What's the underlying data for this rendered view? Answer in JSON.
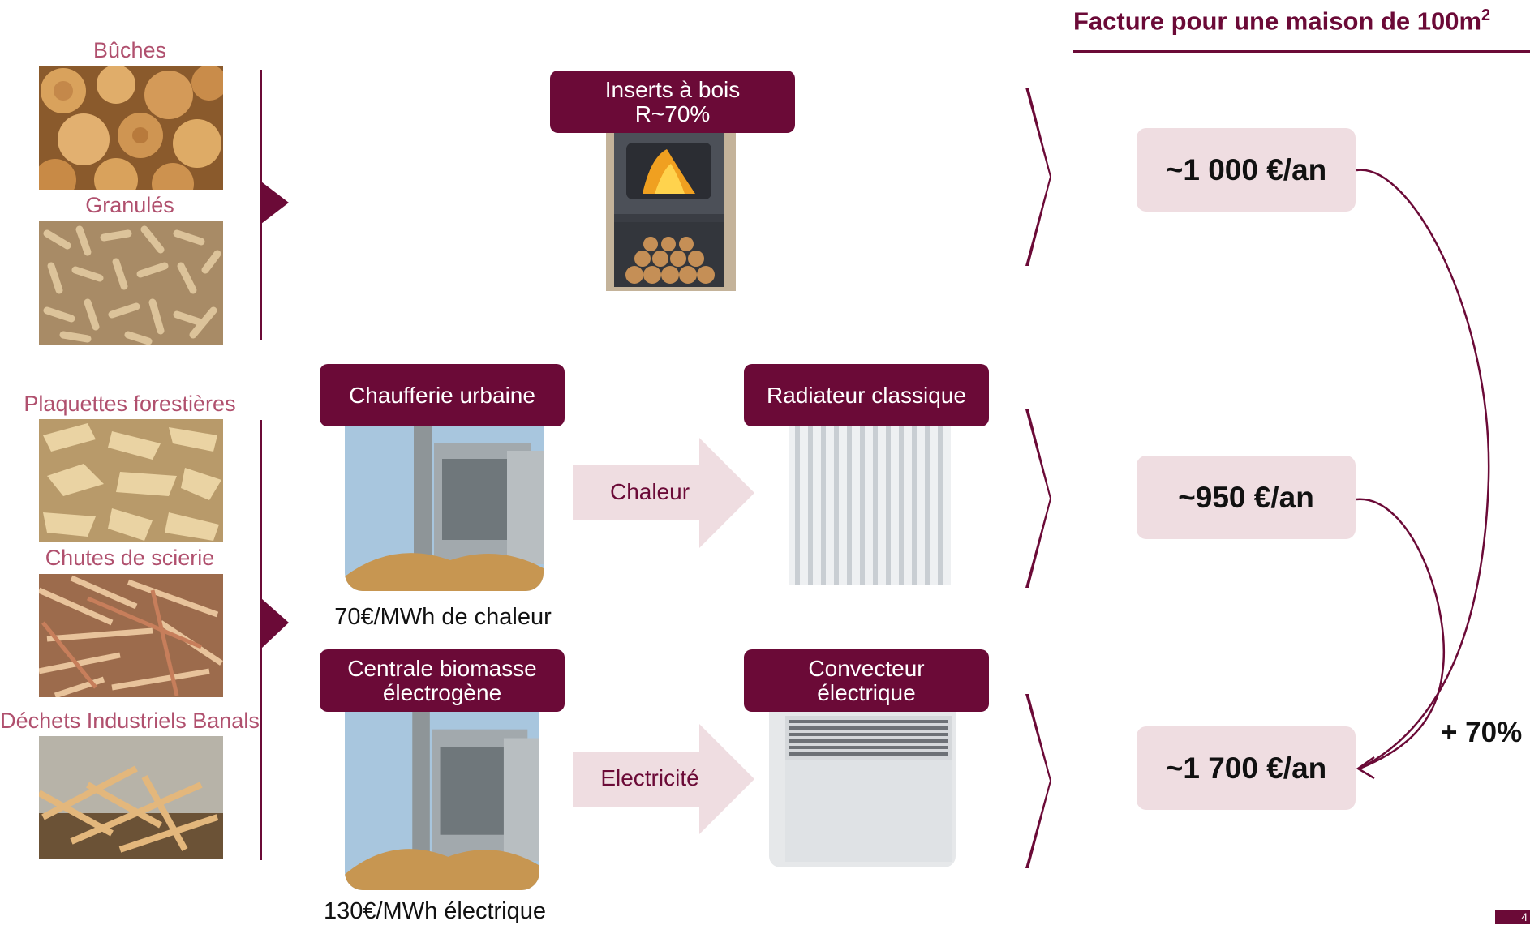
{
  "fuels": {
    "buches": "Bûches",
    "granules": "Granulés",
    "plaquettes": "Plaquettes forestières",
    "chutes": "Chutes de scierie",
    "dib": "Déchets Industriels Banals"
  },
  "technologies": {
    "inserts": "Inserts à bois\nR~70%",
    "chaufferie": "Chaufferie urbaine",
    "centrale": "Centrale biomasse\nélectrogène",
    "radiateur": "Radiateur classique",
    "convecteur": "Convecteur\nélectrique"
  },
  "flows": {
    "chaleur": "Chaleur",
    "electricite": "Electricité"
  },
  "prices": {
    "chaleur": "70€/MWh de chaleur",
    "electrique": "130€/MWh électrique"
  },
  "header": {
    "title": "Facture pour une maison de 100m",
    "superscript": "2"
  },
  "bills": {
    "inserts": "~1 000 €/an",
    "reseau": "~950 €/an",
    "electrique": "~1 700 €/an"
  },
  "comparison": "+ 70%",
  "page_number": "4",
  "colors": {
    "accent": "#6b0a37",
    "fuel_label": "#b0506e",
    "bill_bg": "#efdde1",
    "flow_arrow": "#efdde1"
  }
}
